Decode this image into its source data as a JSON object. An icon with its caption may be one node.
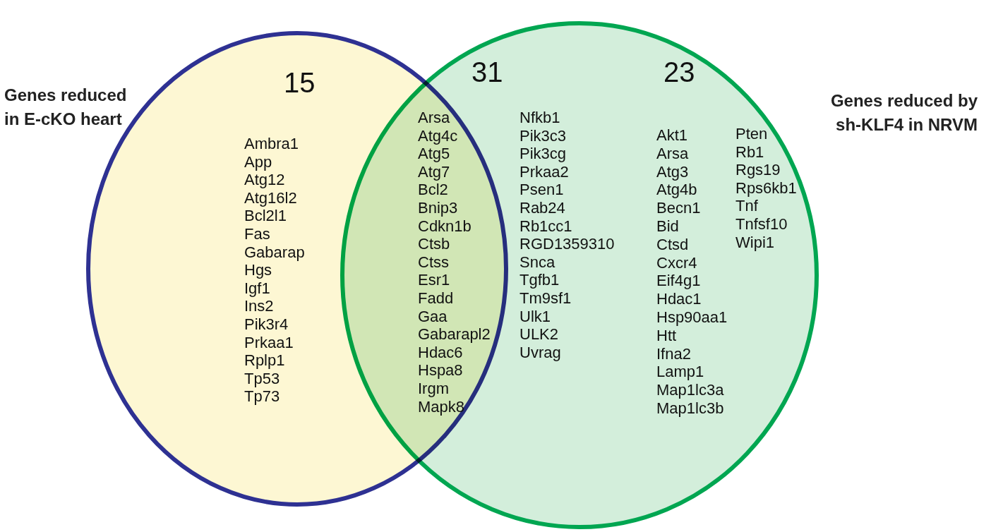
{
  "diagram": {
    "nodes": [
      {
        "text": [
          "Genes reduced in E-cKO heart"
        ]
      },
      {
        "text": [
          "Genes reduced by sh-KLF4 in NRVM"
        ]
      }
    ],
    "edges": [],
    "labels": [
      "15",
      "31",
      "23",
      "Ambra1",
      "App",
      "Atg12",
      "Atg16l2",
      "Bcl2l1",
      "Fas",
      "Gabarap",
      "Hgs",
      "Igf1",
      "Ins2",
      "Pik3r4",
      "Prkaa1",
      "Rplp1",
      "Tp53",
      "Tp73",
      "Arsa",
      "Atg4c",
      "Atg5",
      "Atg7",
      "Bcl2",
      "Bnip3",
      "Cdkn1b",
      "Ctsb",
      "Ctss",
      "Esr1",
      "Fadd",
      "Gaa",
      "Gabarapl2",
      "Hdac6",
      "Hspa8",
      "Irgm",
      "Mapk8",
      "Nfkb1",
      "Pik3c3",
      "Pik3cg",
      "Prkaa2",
      "Psen1",
      "Rab24",
      "Rb1cc1",
      "RGD1359310",
      "Snca",
      "Tgfb1",
      "Tm9sf1",
      "Ulk1",
      "ULK2",
      "Uvrag",
      "Akt1",
      "Arsa",
      "Atg3",
      "Atg4b",
      "Becn1",
      "Bid",
      "Ctsd",
      "Cxcr4",
      "Eif4g1",
      "Hdac1",
      "Hsp90aa1",
      "Htt",
      "Ifna2",
      "Lamp1",
      "Map1lc3a",
      "Map1lc3b",
      "Pten",
      "Rb1",
      "Rgs19",
      "Rps6kb1",
      "Tnf",
      "Tnfsf10",
      "Wipi1"
    ]
  }
}
